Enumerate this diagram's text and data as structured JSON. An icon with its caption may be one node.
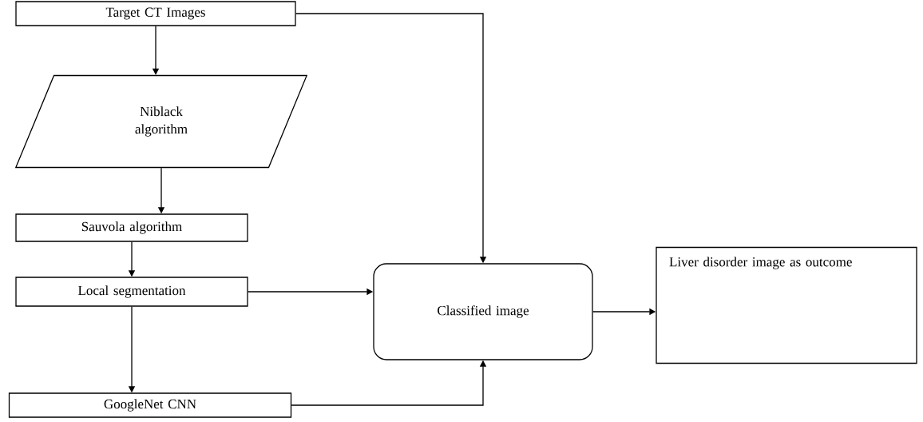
{
  "diagram": {
    "nodes": [
      {
        "text": [
          "Target CT Images"
        ]
      },
      {
        "text": [
          "Niblack algorithm"
        ]
      },
      {
        "text": [
          "Sauvola algorithm"
        ]
      },
      {
        "text": [
          "Local segmentation"
        ]
      },
      {
        "text": [
          "GoogleNet CNN"
        ]
      },
      {
        "text": [
          "Classified image"
        ]
      },
      {
        "text": [
          "Liver disorder image as outcome"
        ]
      }
    ],
    "edges": [
      {
        "from": 0,
        "to": 1,
        "arrow": "to"
      },
      {
        "from": 1,
        "to": 2,
        "arrow": "to"
      },
      {
        "from": 2,
        "to": 3,
        "arrow": "to"
      },
      {
        "from": 3,
        "to": 4,
        "arrow": "to"
      },
      {
        "from": 0,
        "to": 5,
        "arrow": "to"
      },
      {
        "from": 3,
        "to": 5,
        "arrow": "to"
      },
      {
        "from": 4,
        "to": 5,
        "arrow": "to"
      },
      {
        "from": 5,
        "to": 6,
        "arrow": "to"
      }
    ]
  }
}
